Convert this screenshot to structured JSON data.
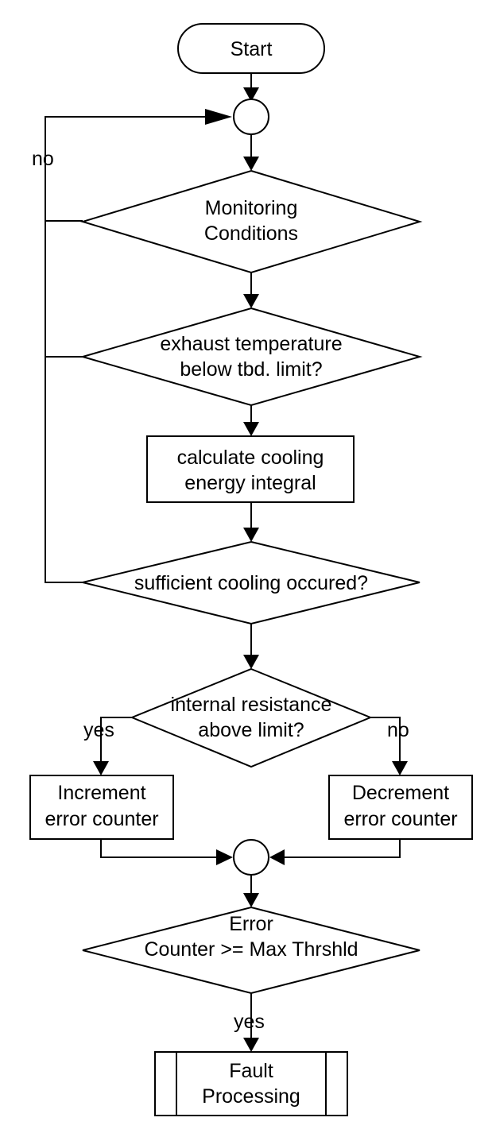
{
  "diagram": {
    "start": "Start",
    "monitoring": [
      "Monitoring",
      "Conditions"
    ],
    "exhaust_check": [
      "exhaust temperature",
      "below tbd. limit?"
    ],
    "calculate": [
      "calculate cooling",
      "energy integral"
    ],
    "cooling_check": "sufficient cooling occured?",
    "resistance_check": [
      "internal resistance",
      "above limit?"
    ],
    "increment": [
      "Increment",
      "error counter"
    ],
    "decrement": [
      "Decrement",
      "error counter"
    ],
    "error_check": [
      "Error",
      "Counter >= Max Thrshld"
    ],
    "fault": [
      "Fault",
      "Processing"
    ],
    "labels": {
      "no_loop": "no",
      "yes_left": "yes",
      "no_right": "no",
      "yes_bottom": "yes"
    }
  }
}
